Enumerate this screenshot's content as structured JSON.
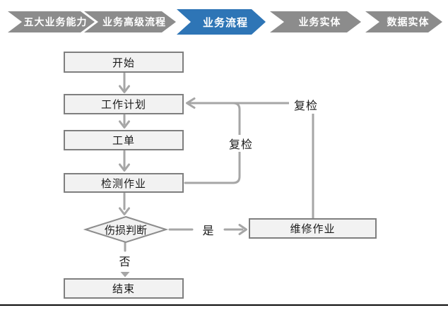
{
  "ribbon": {
    "items": [
      {
        "label": "五大业务能力",
        "active": false
      },
      {
        "label": "业务高级流程",
        "active": false
      },
      {
        "label": "业务流程",
        "active": true
      },
      {
        "label": "业务实体",
        "active": false
      },
      {
        "label": "数据实体",
        "active": false
      }
    ],
    "colors": {
      "inactive": "#8C8C8C",
      "active": "#2E75B6",
      "text": "#FFFFFF"
    }
  },
  "flowchart": {
    "nodes": {
      "start": "开始",
      "plan": "工作计划",
      "order": "工单",
      "detect": "检测作业",
      "decision": "伤损判断",
      "repair": "维修作业",
      "end": "结束"
    },
    "edge_labels": {
      "recheck_from_detect": "复检",
      "recheck_from_repair": "复检",
      "yes": "是",
      "no": "否"
    },
    "colors": {
      "node_fill": "#F2F2F2",
      "node_border": "#7F7F7F",
      "connector": "#A6A6A6",
      "text": "#1A1A1A"
    }
  }
}
